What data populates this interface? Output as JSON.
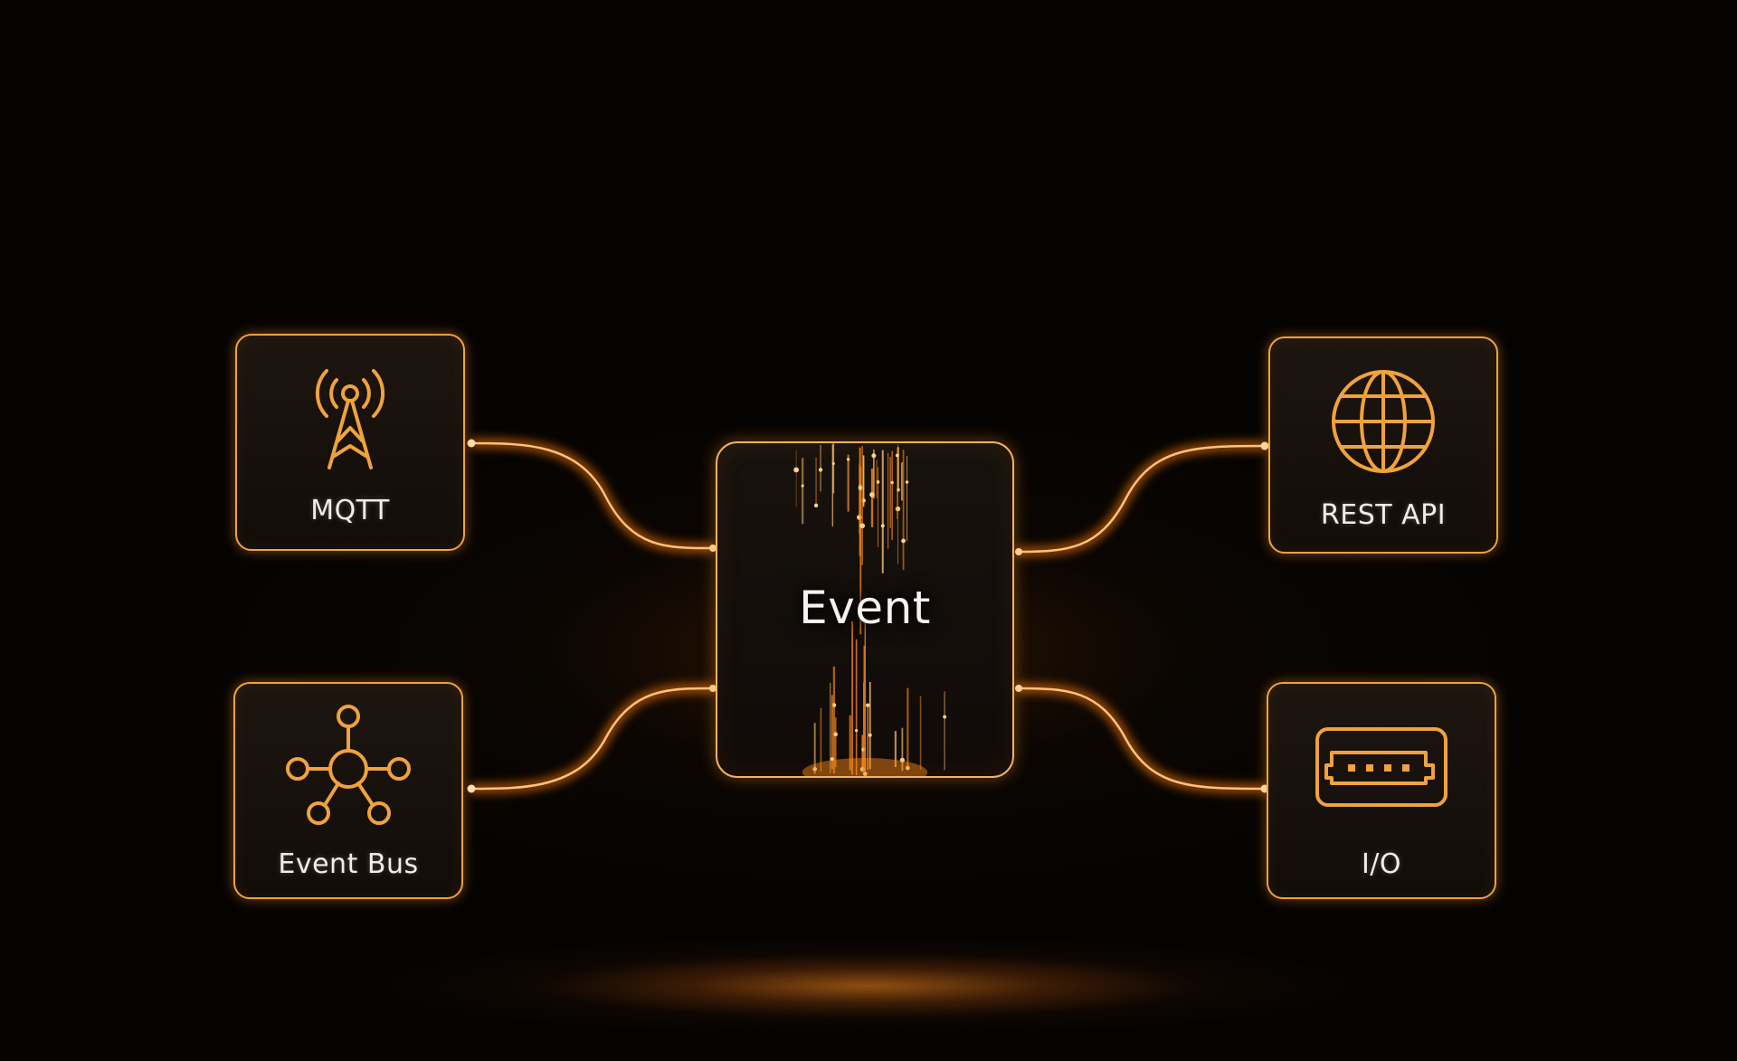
{
  "diagram": {
    "hub": {
      "label": "Event"
    },
    "nodes": [
      {
        "id": "mqtt",
        "label": "MQTT",
        "icon": "antenna-tower-icon",
        "side": "left"
      },
      {
        "id": "event-bus",
        "label": "Event Bus",
        "icon": "network-hub-icon",
        "side": "left"
      },
      {
        "id": "rest-api",
        "label": "REST API",
        "icon": "globe-icon",
        "side": "right"
      },
      {
        "id": "io",
        "label": "I/O",
        "icon": "usb-port-icon",
        "side": "right"
      }
    ],
    "connections": [
      {
        "from": "mqtt",
        "to": "hub"
      },
      {
        "from": "event-bus",
        "to": "hub"
      },
      {
        "from": "hub",
        "to": "rest-api"
      },
      {
        "from": "hub",
        "to": "io"
      }
    ]
  },
  "colors": {
    "background": "#050302",
    "accent": "#f0a23c",
    "wire_glow": "#ff8c1a",
    "text": "#f3ece4"
  }
}
